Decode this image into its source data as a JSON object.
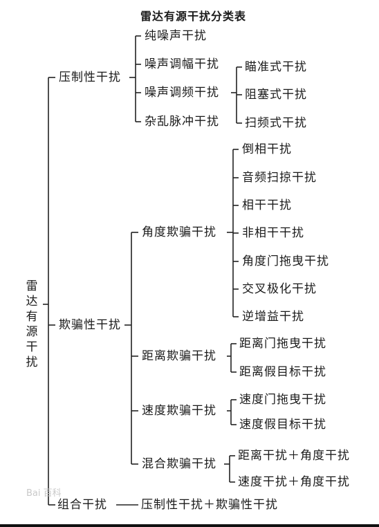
{
  "diagram": {
    "title": "雷达有源干扰分类表",
    "root": [
      "雷",
      "达",
      "有",
      "源",
      "干",
      "扰"
    ],
    "level1": {
      "suppressive": "压制性干扰",
      "deceptive": "欺骗性干扰",
      "combined": "组合干扰"
    },
    "suppressive_children": {
      "pure_noise": "纯噪声干扰",
      "noise_am": "噪声调幅干扰",
      "noise_fm": "噪声调频干扰",
      "random_pulse": "杂乱脉冲干扰"
    },
    "noise_fm_children": {
      "spot": "瞄准式干扰",
      "barrage": "阻塞式干扰",
      "swept": "扫频式干扰"
    },
    "deceptive_children": {
      "angle": "角度欺骗干扰",
      "range": "距离欺骗干扰",
      "velocity": "速度欺骗干扰",
      "mixed": "混合欺骗干扰"
    },
    "angle_children": {
      "inverse_phase": "倒相干扰",
      "audio_scan": "音频扫掠干扰",
      "coherent": "相干干扰",
      "noncoherent": "非相干干扰",
      "angle_gate_pull": "角度门拖曳干扰",
      "cross_pol": "交叉极化干扰",
      "inverse_gain": "逆增益干扰"
    },
    "range_children": {
      "range_gate_pull": "距离门拖曳干扰",
      "range_false_target": "距离假目标干扰"
    },
    "velocity_children": {
      "velocity_gate_pull": "速度门拖曳干扰",
      "velocity_false_target": "速度假目标干扰"
    },
    "mixed_children": {
      "range_plus_angle": "距离干扰＋角度干扰",
      "velocity_plus_angle": "速度干扰＋角度干扰"
    },
    "combined_value": "压制性干扰＋欺骗性干扰"
  },
  "watermark": "Bai 百科"
}
